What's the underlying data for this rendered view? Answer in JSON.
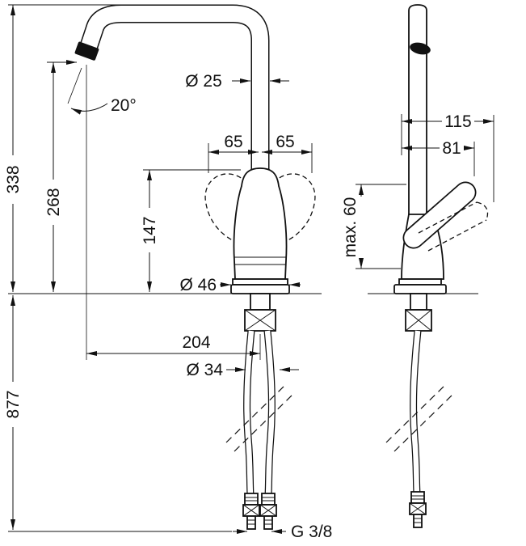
{
  "drawing": {
    "description": "Kitchen faucet technical dimension drawing, front and side views",
    "dims": {
      "total_height": "338",
      "outlet_height": "268",
      "body_height": "147",
      "hose_length": "877",
      "reach": "204",
      "spout_dia": "Ø 25",
      "body_dia": "Ø 46",
      "shank_dia": "Ø 34",
      "swivel_left": "65",
      "swivel_right": "65",
      "spout_angle": "20°",
      "max_thickness": "max. 60",
      "depth_total": "115",
      "depth_handle": "81",
      "thread": "G 3/8"
    }
  }
}
